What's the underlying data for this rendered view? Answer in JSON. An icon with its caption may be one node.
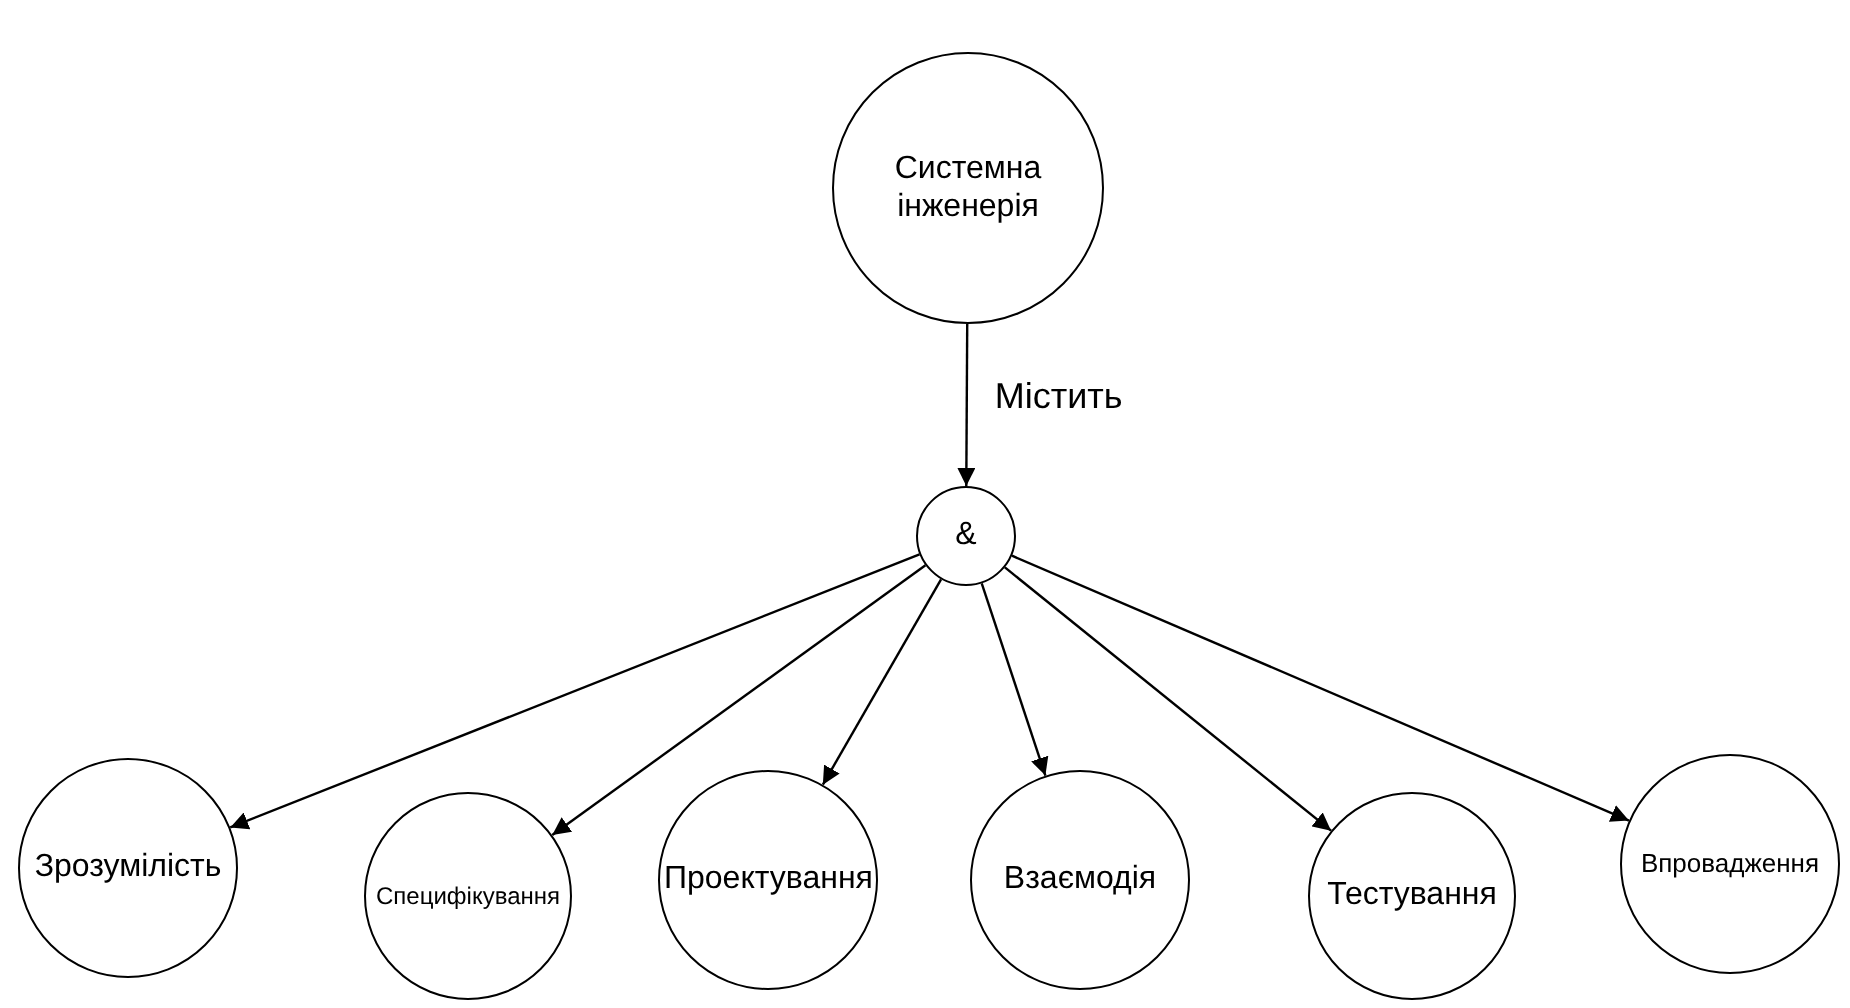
{
  "diagram": {
    "nodes": [
      {
        "text": [
          "Системна інженерія"
        ]
      },
      {
        "text": [
          "&"
        ]
      },
      {
        "text": [
          "Зрозумілість"
        ]
      },
      {
        "text": [
          "Специфікування"
        ]
      },
      {
        "text": [
          "Проектування"
        ]
      },
      {
        "text": [
          "Взаємодія"
        ]
      },
      {
        "text": [
          "Тестування"
        ]
      },
      {
        "text": [
          "Впровадження"
        ]
      }
    ],
    "edges": [
      {
        "from": 0,
        "to": 1,
        "arrow": "to",
        "label": "Містить"
      },
      {
        "from": 1,
        "to": 2,
        "arrow": "to"
      },
      {
        "from": 1,
        "to": 3,
        "arrow": "to"
      },
      {
        "from": 1,
        "to": 4,
        "arrow": "to"
      },
      {
        "from": 1,
        "to": 5,
        "arrow": "to"
      },
      {
        "from": 1,
        "to": 6,
        "arrow": "to"
      },
      {
        "from": 1,
        "to": 7,
        "arrow": "to"
      }
    ]
  }
}
